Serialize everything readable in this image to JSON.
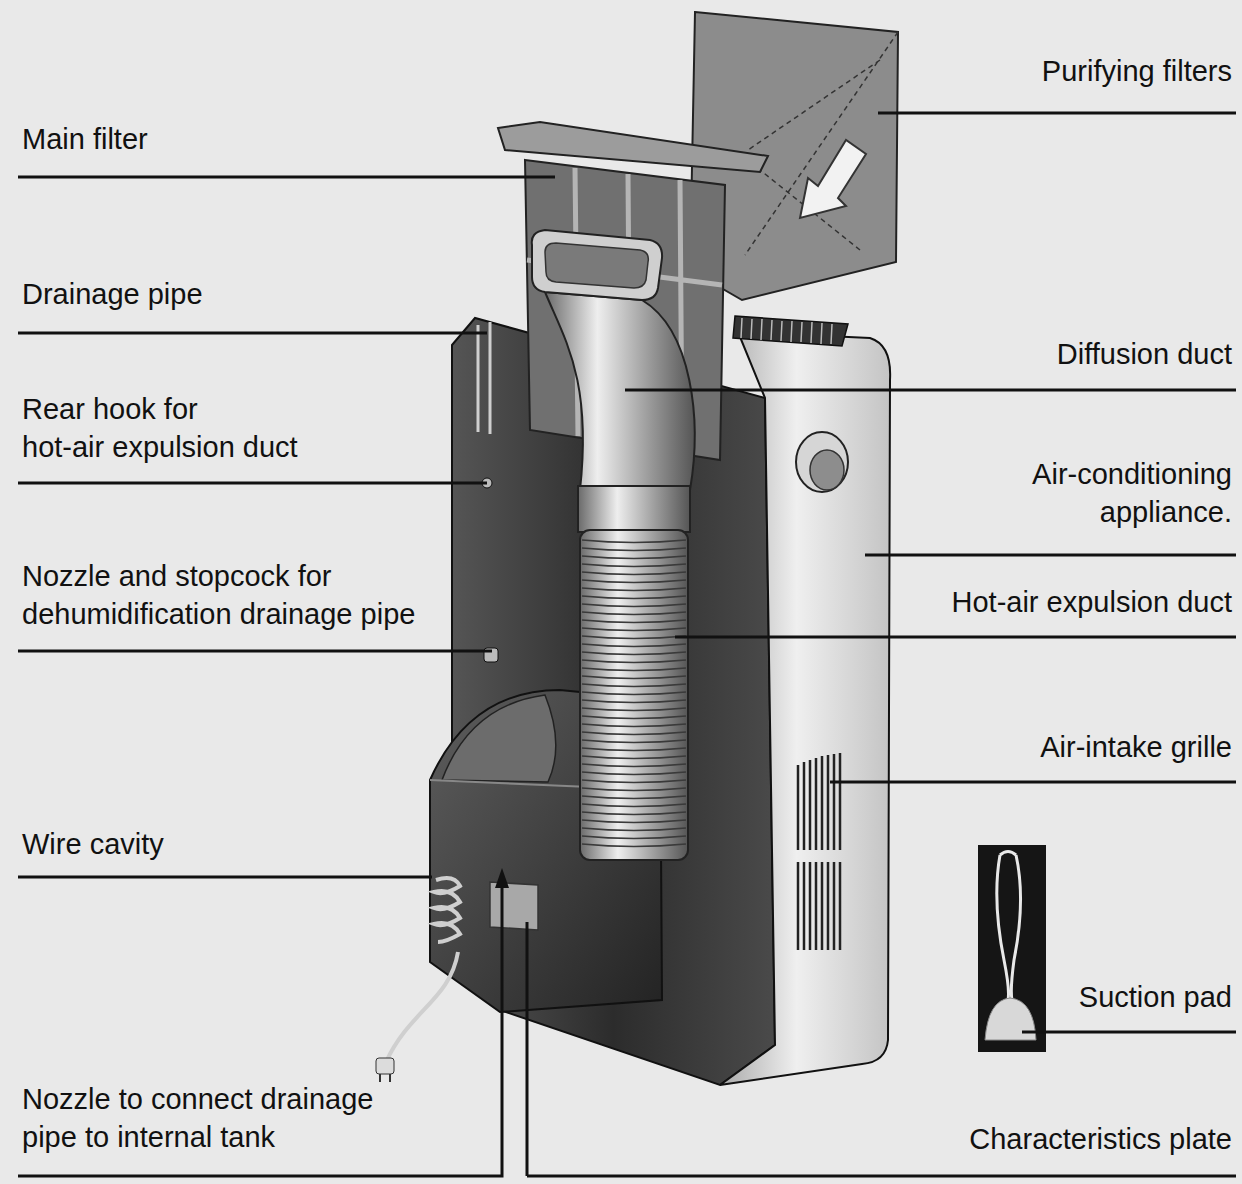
{
  "diagram": {
    "labels": [
      "Main filter",
      "Purifying filters",
      "Drainage pipe",
      "Diffusion duct",
      "Rear hook for hot-air expulsion duct",
      "Air-conditioning appliance.",
      "Nozzle and stopcock for dehumidification drainage pipe",
      "Hot-air expulsion duct",
      "Air-intake grille",
      "Wire cavity",
      "Suction pad",
      "Nozzle to connect drainage pipe to internal tank",
      "Characteristics plate"
    ]
  }
}
